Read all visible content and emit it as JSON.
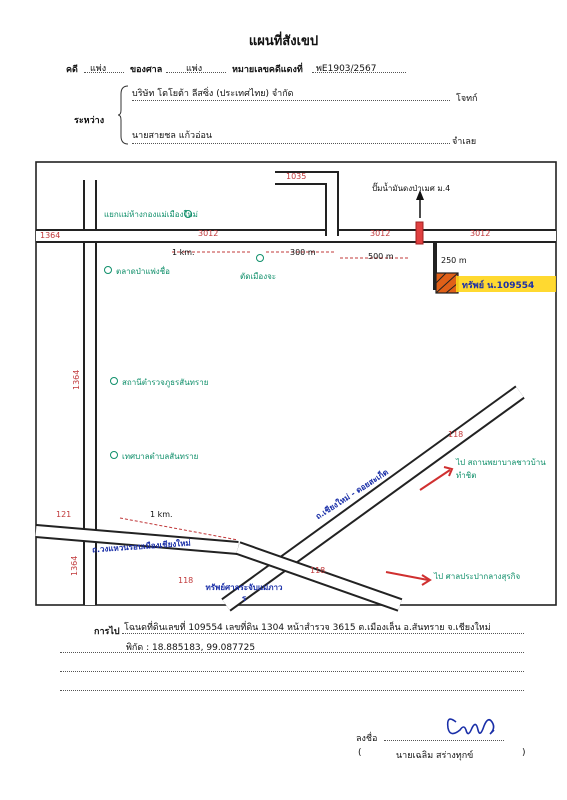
{
  "header": {
    "title": "แผนที่สังเขป",
    "case_label": "คดี",
    "case_type": "แพ่ง",
    "court_label": "ของศาล",
    "court_value": "แพ่ง",
    "case_no_label": "หมายเลขคดีแดงที่",
    "case_no_value": "พE1903/2567"
  },
  "parties": {
    "between_label": "ระหว่าง",
    "plaintiff_name": "บริษัท โตโยต้า ลีสซิ่ง (ประเทศไทย) จำกัด",
    "plaintiff_role": "โจทก์",
    "defendant_name": "นายสายชล แก้วอ่อน",
    "defendant_role": "จำเลย"
  },
  "map": {
    "road_1364_a": "1364",
    "road_1364_b": "1364",
    "road_1364_c": "1364",
    "road_121": "121",
    "road_118": "118",
    "road_3012_a": "3012",
    "road_3012_b": "3012",
    "road_3012_c": "3012",
    "road_1035": "1035",
    "road_118_diag": "118",
    "road_118_lower": "118",
    "dist_1km_top": "1 km.",
    "dist_300m": "300 m",
    "dist_500m": "500 m",
    "dist_1km_bottom": "1 km.",
    "dist_250m": "250 m",
    "lm_pump_station": "ปั๊มน้ำมันดงป่าเมศ ม.4",
    "lm_junction": "แยกแม่ห้างกองแม่เมืองใหม่",
    "lm_market": "ตลาดป่าแพ่งชื่อ",
    "lm_school": "ตัดเมืองจะ",
    "lm_temple1": "สถานีตำรวจภูธรสันทราย",
    "lm_temple2": "เทศบาลตำบลสันทราย",
    "lm_road_name": "ถ.เชียงใหม่ - ดอยสะเก็ด",
    "lm_road_name2": "ถ.วงแหวนรอบเมืองเชียงใหม่",
    "lm_to_hospital": "ไป สถานพยาบาลชาวบ้าน ทำชิต",
    "lm_to_place2": "ไป ศาลประปากลางสุรกิจ",
    "lm_bottom_label": "ทรัพย์ศาลระจับแม่ภาวร",
    "property_label": "ทรัพย์ น.109554"
  },
  "footer": {
    "route_label": "การไป",
    "route_line1": "โฉนดที่ดินเลขที่ 109554 เลขที่ดิน 1304 หน้าสำรวจ 3615 ต.เมืองเล็น อ.สันทราย จ.เชียงใหม่",
    "route_line2": "พิกัด : 18.885183, 99.087725",
    "sign_label": "ลงชื่อ",
    "signer_name": "นายเฉลิม สร่างทุกข์",
    "paren_open": "(",
    "paren_close": ")"
  },
  "colors": {
    "road_fill": "#ffffff",
    "road_edge": "#222222",
    "label_red": "#c0383a",
    "label_green": "#0f8f6a",
    "label_blue": "#1a2fa8",
    "property_fill": "#e06018",
    "property_highlight": "#ffd51a"
  }
}
